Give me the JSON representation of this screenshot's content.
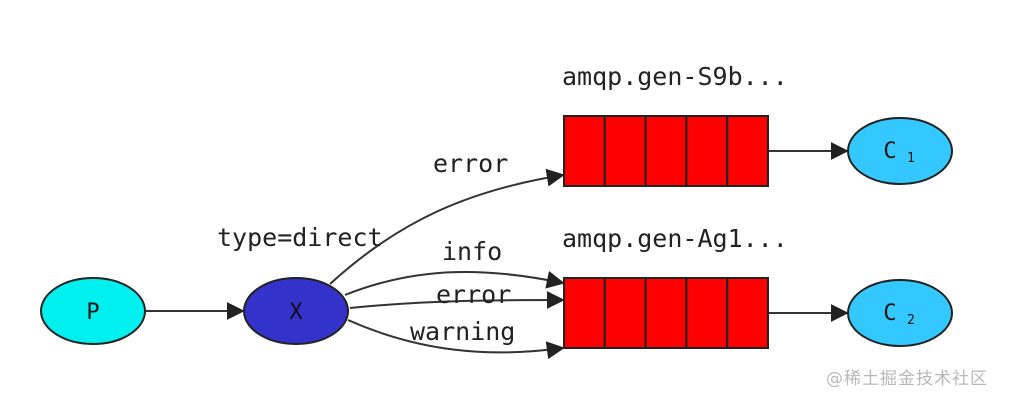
{
  "exchange": {
    "type_label": "type=direct",
    "node_label": "X",
    "color": "#3333cc"
  },
  "producer": {
    "label": "P",
    "color": "#00f0f0"
  },
  "queues": [
    {
      "name": "amqp.gen-S9b...",
      "color": "#ff0000"
    },
    {
      "name": "amqp.gen-Ag1...",
      "color": "#ff0000"
    }
  ],
  "consumers": [
    {
      "letter": "C",
      "subscript": "1",
      "color": "#33c8ff"
    },
    {
      "letter": "C",
      "subscript": "2",
      "color": "#33c8ff"
    }
  ],
  "bindings": [
    {
      "routing_key": "error",
      "queue": "amqp.gen-S9b..."
    },
    {
      "routing_key": "info",
      "queue": "amqp.gen-Ag1..."
    },
    {
      "routing_key": "error",
      "queue": "amqp.gen-Ag1..."
    },
    {
      "routing_key": "warning",
      "queue": "amqp.gen-Ag1..."
    }
  ],
  "watermark": "@稀土掘金技术社区"
}
